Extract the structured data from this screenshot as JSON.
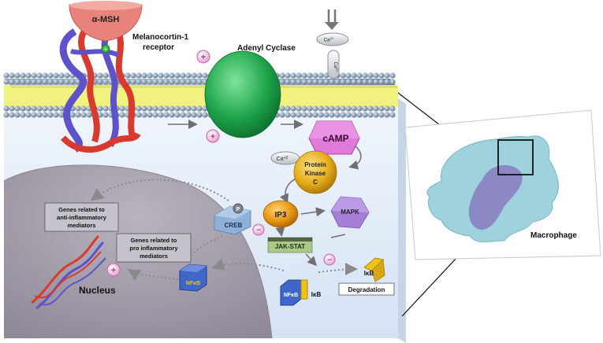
{
  "labels": {
    "alpha_msh": "α-MSH",
    "mc1r": "Melanocortin-1",
    "mc1r_line2": "receptor",
    "adenyl_cyclase": "Adenyl Cyclase",
    "ca_ion": "Ca",
    "ca_charge": "2+",
    "camp": "cAMP",
    "ca2": "Ca",
    "ca2_charge": "+2",
    "pkc_line1": "Protein",
    "pkc_line2": "Kinase",
    "pkc_line3": "C",
    "ip3": "IP3",
    "mapk": "MAPK",
    "creb": "CREB",
    "p": "P",
    "jak_stat": "JAK-STAT",
    "ikb_free": "IκB",
    "degradation": "Degradation",
    "nfkb_complex": "NFκB",
    "ikb_complex": "IκB",
    "nfkb_nucleus": "NFκB",
    "genes_anti_line1": "Genes related to",
    "genes_anti_line2": "anti-inflammatory",
    "genes_anti_line3": "mediators",
    "genes_pro_line1": "Genes related to",
    "genes_pro_line2": "pro inflammatory",
    "genes_pro_line3": "mediators",
    "nucleus": "Nucleus",
    "macrophage": "Macrophage",
    "plus": "+",
    "minus": "−"
  },
  "colors": {
    "membrane_bead": "#7d94ad",
    "membrane_core": "#f2f25a",
    "cell_interior": "#dce8f7",
    "nucleus": "#a6a1ad",
    "receptor_red": "#d83a2e",
    "receptor_blue": "#5d52c9",
    "adenyl_green": "#1fa54a",
    "camp_pink": "#e07ad8",
    "pkc_gold": "#e4ad18",
    "ip3_orange": "#e6960f",
    "mapk_purple": "#a77fd8",
    "jak_green": "#a8c98a",
    "creb_blue": "#8eb0d9",
    "nfkb_blue": "#3f66c9",
    "ikb_yellow": "#f0c21c",
    "macrophage_cyan": "#9ed2dc",
    "macrophage_nucleus": "#8a80c0"
  }
}
